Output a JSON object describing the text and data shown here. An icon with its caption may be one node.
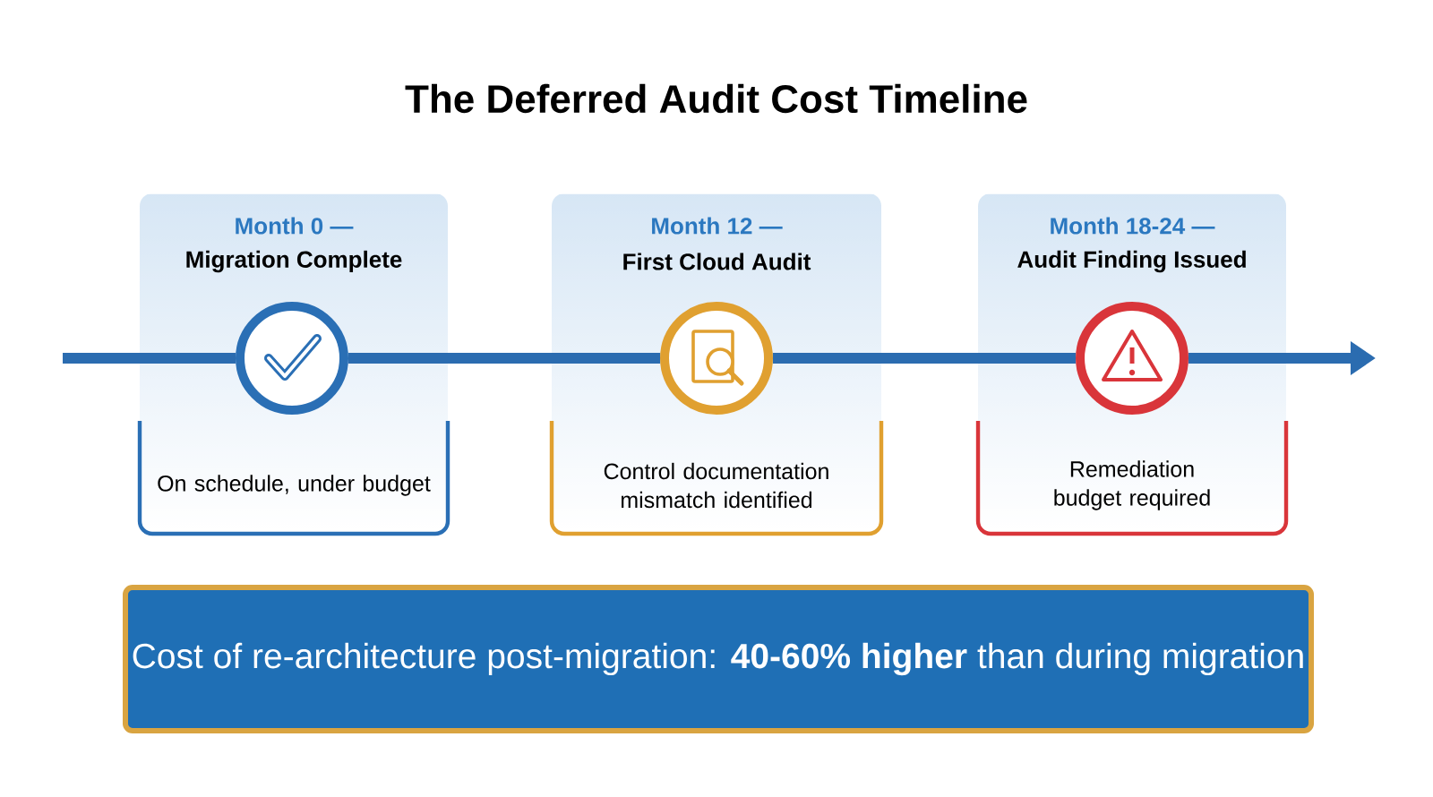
{
  "diagram": {
    "title": "The Deferred Audit Cost Timeline",
    "nodes": [
      {
        "text": [
          "Month 0 —",
          "Migration Complete",
          "On schedule, under budget"
        ]
      },
      {
        "text": [],
        "shape": "circle",
        "in": 0
      },
      {
        "text": [
          "Month 12 —",
          "First Cloud Audit",
          "Control documentation mismatch identified"
        ]
      },
      {
        "text": [],
        "shape": "circle",
        "in": 2
      },
      {
        "text": [
          "Month 18-24 —",
          "Audit Finding Issued",
          "Remediation budget required"
        ]
      },
      {
        "text": [],
        "shape": "circle",
        "in": 4
      },
      {
        "text": [
          "Cost of re-architecture post-migration: **40-60% higher** than during migration"
        ]
      }
    ],
    "edges": [
      {
        "from": null,
        "to": 1,
        "arrow": "none"
      },
      {
        "from": 1,
        "to": 3,
        "arrow": "none"
      },
      {
        "from": 3,
        "to": 5,
        "arrow": "none"
      },
      {
        "from": 5,
        "to": null,
        "arrow": "to"
      }
    ]
  }
}
